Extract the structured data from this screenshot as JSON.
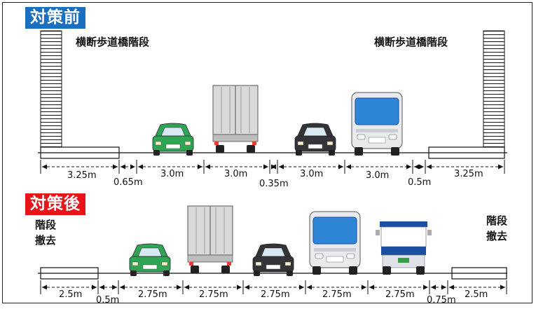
{
  "colors": {
    "before_badge": "#1a6fc0",
    "after_badge": "#e8141a",
    "green_car": "#2ea455",
    "dark_car": "#333338",
    "bus_window": "#2f86d6",
    "bus_stripe": "#1d4fa0"
  },
  "before": {
    "badge": "対策前",
    "stair_label_left": "横断歩道橋階段",
    "stair_label_right": "横断歩道橋階段",
    "dims": [
      "3.25m",
      "0.65m",
      "3.0m",
      "3.0m",
      "0.35m",
      "3.0m",
      "3.0m",
      "0.5m",
      "3.25m"
    ]
  },
  "after": {
    "badge": "対策後",
    "left_label_1": "階段",
    "left_label_2": "撤去",
    "right_label_1": "階段",
    "right_label_2": "撤去",
    "dims": [
      "2.5m",
      "0.5m",
      "2.75m",
      "2.75m",
      "2.75m",
      "2.75m",
      "2.75m",
      "0.75m",
      "2.5m"
    ]
  },
  "icons": [
    "stair-icon",
    "car-icon",
    "truck-icon",
    "bus-icon",
    "tanker-bus-icon"
  ]
}
